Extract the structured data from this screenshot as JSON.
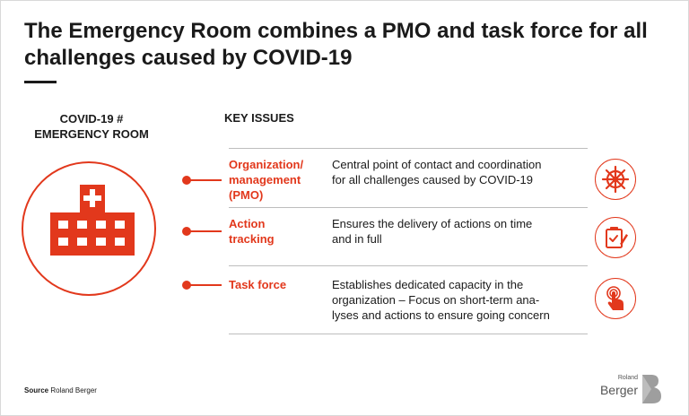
{
  "title": "The Emergency Room combines a PMO and task force for all challenges caused by COVID-19",
  "er": {
    "heading_line1": "COVID-19 #",
    "heading_line2": "EMERGENCY ROOM"
  },
  "key_issues": {
    "heading": "KEY ISSUES",
    "items": [
      {
        "label_lines": [
          "Organization/",
          "management",
          "(PMO)"
        ],
        "desc_lines": [
          "Central point of contact and coordination",
          "for all challenges caused by COVID-19"
        ],
        "icon": "ship-wheel-icon"
      },
      {
        "label_lines": [
          "Action",
          "tracking"
        ],
        "desc_lines": [
          "Ensures the delivery of actions on time",
          "and in full"
        ],
        "icon": "clipboard-check-icon"
      },
      {
        "label_lines": [
          "Task force"
        ],
        "desc_lines": [
          "Establishes dedicated capacity in the",
          "organization – Focus on short-term ana-",
          "lyses and actions to ensure going concern"
        ],
        "icon": "hand-touch-icon"
      }
    ]
  },
  "footer": {
    "source_label": "Source",
    "source_text": "Roland Berger",
    "logo_small": "Roland",
    "logo_big": "Berger"
  },
  "colors": {
    "accent": "#e2381c",
    "text": "#1a1a1a"
  }
}
